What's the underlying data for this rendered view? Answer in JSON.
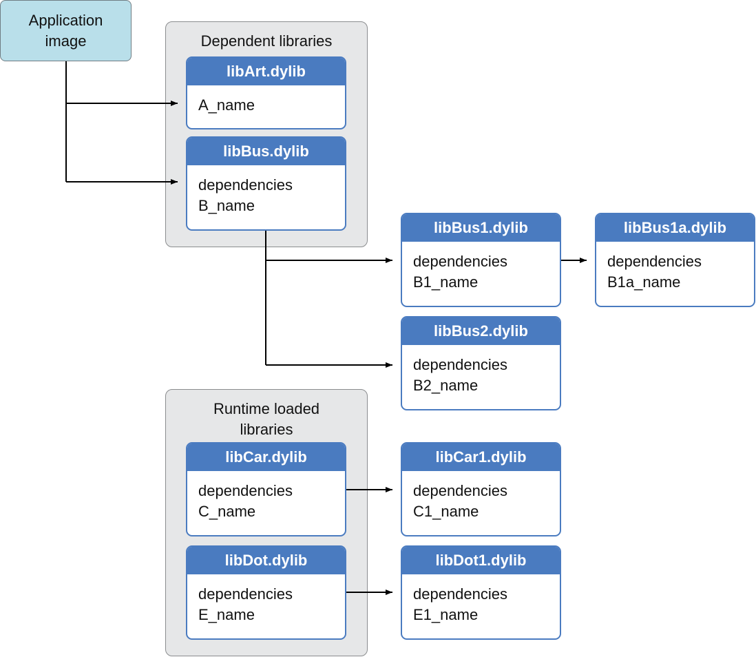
{
  "application_image": {
    "label": "Application\nimage"
  },
  "groups": {
    "dependent": {
      "label": "Dependent libraries"
    },
    "runtime": {
      "label": "Runtime loaded\nlibraries"
    }
  },
  "libraries": {
    "libArt": {
      "name": "libArt.dylib",
      "lines": [
        "A_name"
      ]
    },
    "libBus": {
      "name": "libBus.dylib",
      "lines": [
        "dependencies",
        "B_name"
      ]
    },
    "libBus1": {
      "name": "libBus1.dylib",
      "lines": [
        "dependencies",
        "B1_name"
      ]
    },
    "libBus1a": {
      "name": "libBus1a.dylib",
      "lines": [
        "dependencies",
        "B1a_name"
      ]
    },
    "libBus2": {
      "name": "libBus2.dylib",
      "lines": [
        "dependencies",
        "B2_name"
      ]
    },
    "libCar": {
      "name": "libCar.dylib",
      "lines": [
        "dependencies",
        "C_name"
      ]
    },
    "libCar1": {
      "name": "libCar1.dylib",
      "lines": [
        "dependencies",
        "C1_name"
      ]
    },
    "libDot": {
      "name": "libDot.dylib",
      "lines": [
        "dependencies",
        "E_name"
      ]
    },
    "libDot1": {
      "name": "libDot1.dylib",
      "lines": [
        "dependencies",
        "E1_name"
      ]
    }
  },
  "colors": {
    "header_blue": "#4a7bc0",
    "group_gray": "#e6e7e8",
    "app_blue": "#b9dfea",
    "arrow": "#000000"
  }
}
